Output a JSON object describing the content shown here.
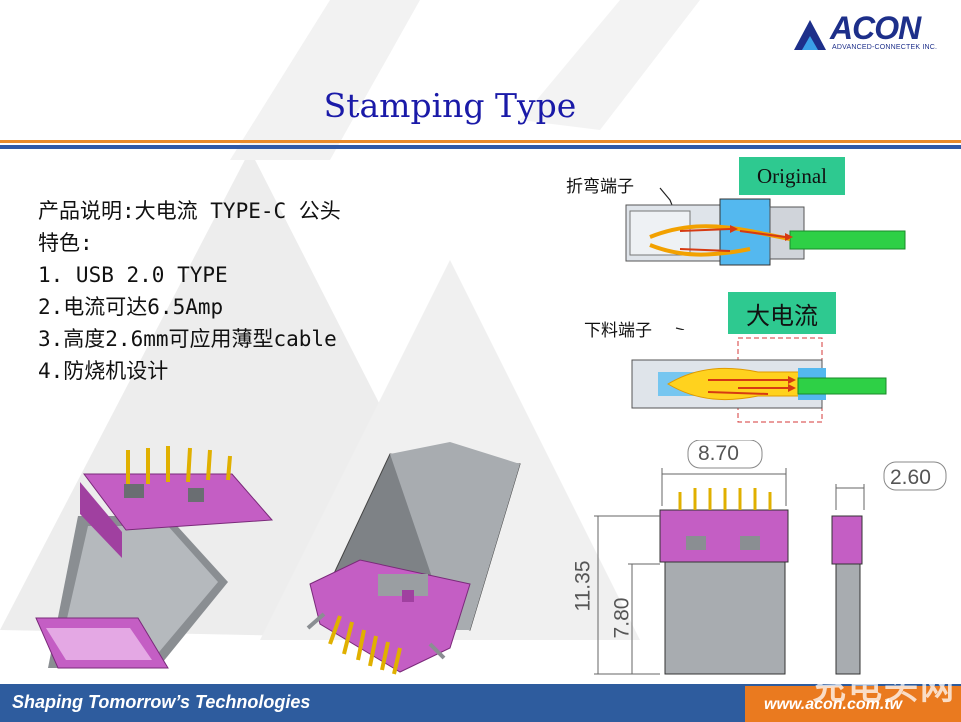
{
  "header": {
    "logo_text": "ACON",
    "logo_subtext": "ADVANCED-CONNECTEK INC.",
    "title": "Stamping Type"
  },
  "description": {
    "line1": "产品说明:大电流 TYPE-C 公头",
    "line2": "特色:",
    "line3": "1. USB 2.0 TYPE",
    "line4": "2.电流可达6.5Amp",
    "line5": "3.高度2.6mm可应用薄型cable",
    "line6": "4.防烧机设计"
  },
  "callouts": {
    "bent_terminal": "折弯端子",
    "stamped_terminal": "下料端子",
    "original_tag": "Original",
    "high_current_tag": "大电流"
  },
  "dimensions": {
    "width": "8.70",
    "thickness": "2.60",
    "height_total": "11.35",
    "height_body": "7.80"
  },
  "footer": {
    "slogan": "Shaping Tomorrow’s Technologies",
    "url": "www.acon.com.tw",
    "watermark": "充电头网"
  },
  "colors": {
    "title": "#1a1aa8",
    "accent_orange": "#e88a2a",
    "accent_blue": "#2e59a8",
    "tag_green": "#2ec990",
    "connector_magenta": "#c45ec4"
  }
}
